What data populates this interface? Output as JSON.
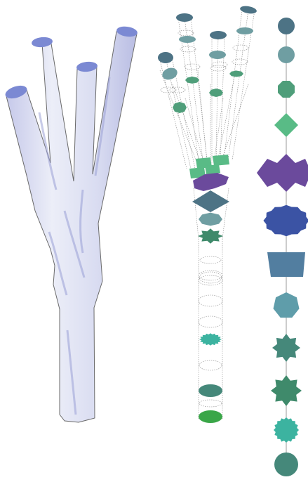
{
  "figure": {
    "panels": [
      {
        "id": "rendered-tree",
        "kind": "3d-render"
      },
      {
        "id": "cross-section-stack",
        "kind": "wireframe"
      },
      {
        "id": "shape-sequence",
        "kind": "legend-column"
      }
    ]
  },
  "colors": {
    "tube_fill": "#dfe0f1",
    "tube_shade": "#b7bbe2",
    "tube_cap": "#7b89d3",
    "outline": "#555555",
    "dotted": "#8a8a8a",
    "slate_teal": "#4d7385",
    "teal_gray": "#6f9ea2",
    "sea_green": "#4f9e7a",
    "mint": "#59bb86",
    "purple": "#6b4a9c",
    "royal_blue": "#3b53a4",
    "steel_blue": "#527ea0",
    "cadet": "#5f9daa",
    "forest_teal": "#45887a",
    "dark_green_teal": "#3f8a6b",
    "turquoise": "#3cb3a0",
    "bright_green": "#3aa648",
    "light_mint": "#6dcc8f"
  },
  "sequence_shapes": [
    {
      "shape": "circle",
      "color": "slate_teal"
    },
    {
      "shape": "circle",
      "color": "teal_gray"
    },
    {
      "shape": "octagon",
      "color": "sea_green"
    },
    {
      "shape": "diamond",
      "color": "mint"
    },
    {
      "shape": "cross-diamond",
      "color": "purple"
    },
    {
      "shape": "cloud-blob",
      "color": "royal_blue"
    },
    {
      "shape": "trapezoid-square",
      "color": "steel_blue"
    },
    {
      "shape": "heptagon",
      "color": "cadet"
    },
    {
      "shape": "star-8",
      "color": "forest_teal"
    },
    {
      "shape": "star-8",
      "color": "dark_green_teal"
    },
    {
      "shape": "star-16",
      "color": "turquoise"
    },
    {
      "shape": "circle",
      "color": "forest_teal"
    }
  ]
}
